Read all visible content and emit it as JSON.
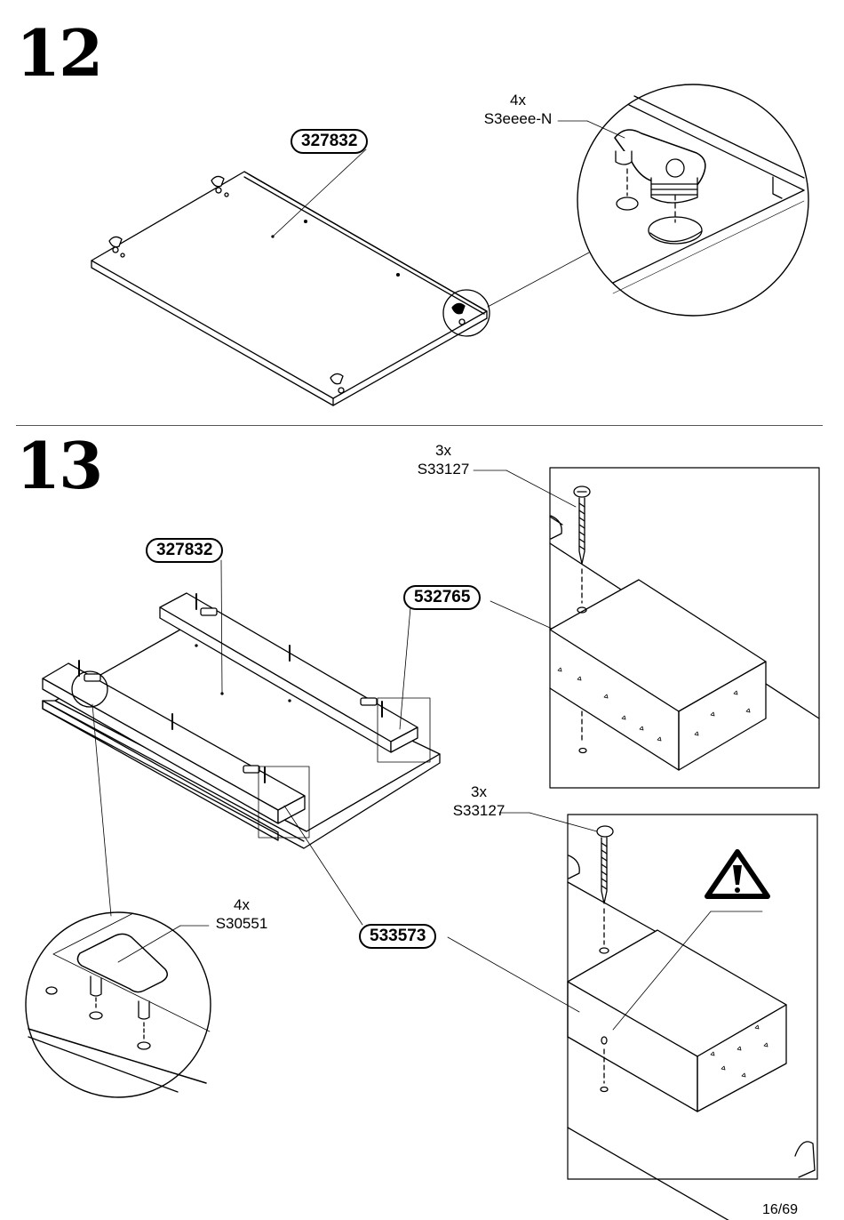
{
  "steps": [
    {
      "number": "12",
      "part_label": "327832",
      "detail_qty": "4x",
      "detail_code": "S3eeee-N"
    },
    {
      "number": "13",
      "part_label": "327832",
      "part_label_2": "532765",
      "part_label_3": "533573",
      "screw_qty_1": "3x",
      "screw_code_1": "S33127",
      "screw_qty_2": "3x",
      "screw_code_2": "S33127",
      "dowel_qty": "4x",
      "dowel_code": "S30551"
    }
  ],
  "page": "16/69",
  "icons": {
    "warning": "warning-triangle-icon"
  }
}
